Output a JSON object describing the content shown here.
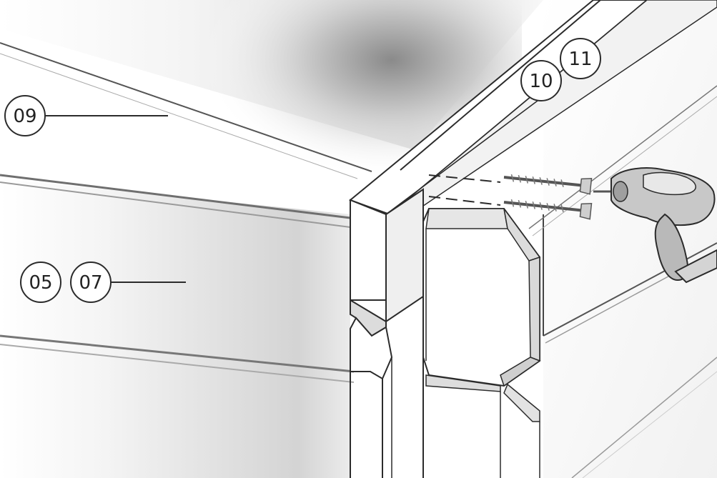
{
  "callouts": {
    "c09": "09",
    "c05": "05",
    "c07": "07",
    "c10": "10",
    "c11": "11"
  },
  "colors": {
    "line": "#2b2b2b",
    "panel_light": "#f2f2f2",
    "panel_shadow": "#bdbdbd",
    "part_face": "#ffffff",
    "part_shade": "#e4e4e4"
  },
  "icons": {
    "screw_upper": "screw-icon",
    "screw_lower": "screw-icon",
    "drill": "cordless-drill-icon"
  }
}
